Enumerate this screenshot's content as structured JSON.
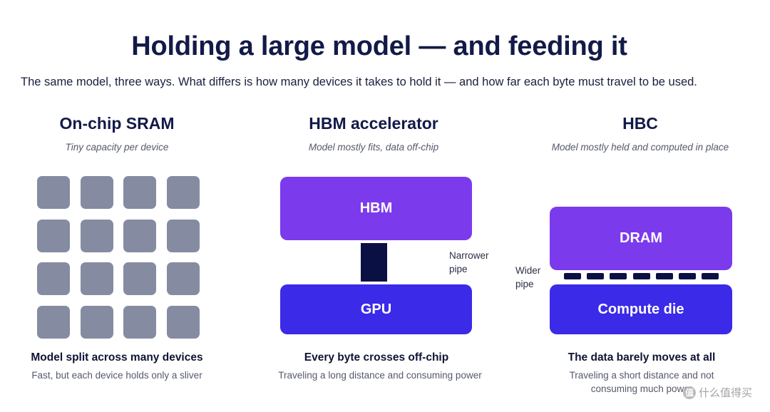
{
  "title": "Holding a large model — and feeding it",
  "subtitle": "The same model, three ways. What differs is how many devices it takes to hold it — and how far each byte must travel to be used.",
  "columns": [
    {
      "heading": "On-chip SRAM",
      "caption": "Tiny capacity per device",
      "grid": {
        "rows": 4,
        "cols": 4
      },
      "footer_title": "Model split across many devices",
      "footer_text": "Fast, but each device holds only a sliver"
    },
    {
      "heading": "HBM accelerator",
      "caption": "Model mostly fits, data off-chip",
      "top_block": "HBM",
      "bottom_block": "GPU",
      "pipe_label": "Narrower pipe",
      "footer_title": "Every byte crosses off-chip",
      "footer_text": "Traveling a long distance and consuming power"
    },
    {
      "heading": "HBC",
      "caption": "Model mostly held and computed in place",
      "top_block": "DRAM",
      "bottom_block": "Compute die",
      "pipe_label": "Wider pipe",
      "pipe_segments": 7,
      "footer_title": "The data barely moves at all",
      "footer_text": "Traveling a short distance and not consuming much power"
    }
  ],
  "watermark": {
    "icon": "值",
    "text": "什么值得买"
  },
  "colors": {
    "tile": "#858ba1",
    "memory_block": "#7c3aed",
    "compute_block": "#3b2ae8",
    "pipe": "#0b1044",
    "title": "#131a48"
  }
}
